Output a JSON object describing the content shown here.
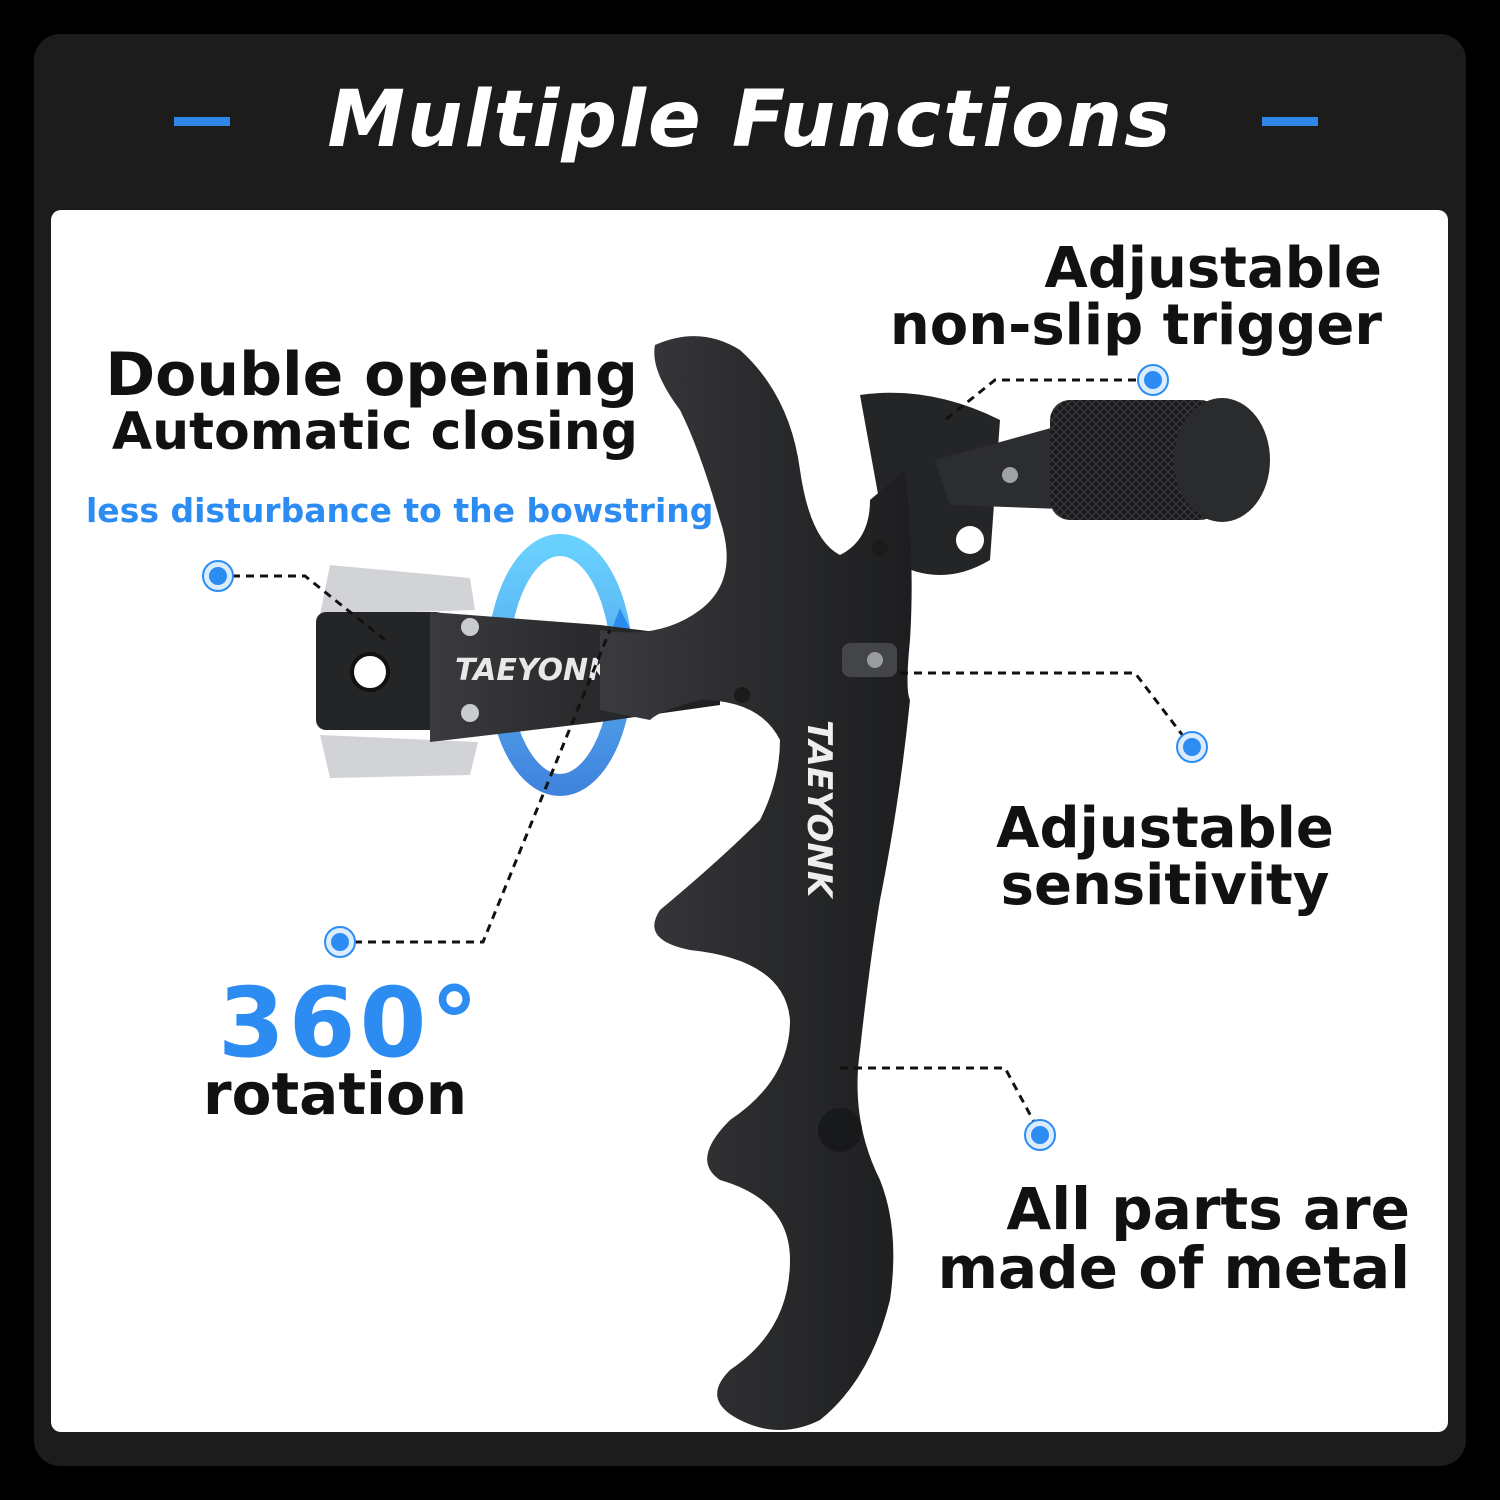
{
  "header": {
    "title": "Multiple Functions"
  },
  "callouts": {
    "trigger": {
      "line1": "Adjustable",
      "line2": "non-slip trigger"
    },
    "opening": {
      "line1": "Double opening",
      "line2": "Automatic closing",
      "sub": "less disturbance to the bowstring"
    },
    "sensitivity": {
      "line1": "Adjustable",
      "line2": "sensitivity"
    },
    "rotation": {
      "value": "360°",
      "line2": "rotation"
    },
    "metal": {
      "line1": "All parts are",
      "line2": "made of metal"
    }
  },
  "product": {
    "brand_mark": "TAEYONK"
  },
  "colors": {
    "accent": "#2f86e6",
    "frame": "#1c1c1d",
    "panel": "#ffffff",
    "product": "#2b2c2e"
  }
}
